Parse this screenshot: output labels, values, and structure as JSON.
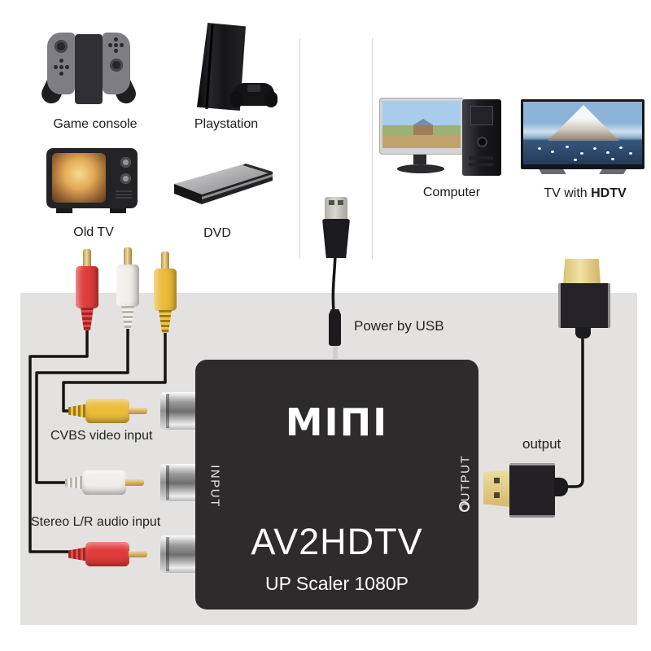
{
  "device_labels": {
    "game_console": "Game console",
    "playstation": "Playstation",
    "old_tv": "Old TV",
    "dvd": "DVD",
    "computer": "Computer",
    "tv_prefix": "TV with ",
    "tv_bold": "HDTV"
  },
  "cable_labels": {
    "power_by_usb": "Power by USB",
    "cvbs_input": "CVBS video input",
    "stereo_input": "Stereo L/R audio input",
    "hdmi_output": "output"
  },
  "converter": {
    "brand": "MIΠI",
    "side_input": "INPUT",
    "side_output": "OUTPUT",
    "model": "AV2HDTV",
    "subtitle": "UP Scaler 1080P"
  },
  "colors": {
    "panel_bg": "#e3e2e1",
    "box_bg": "#2d2b2c",
    "rca_red": "#de3b3a",
    "rca_white": "#f1efeb",
    "rca_yellow": "#ecbc3a",
    "gold": "#e0c87e",
    "wire": "#151515"
  }
}
